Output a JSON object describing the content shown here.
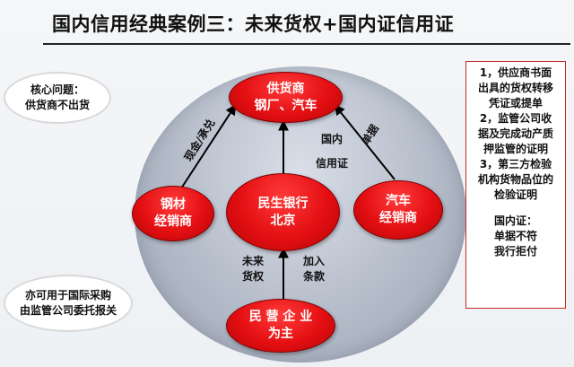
{
  "title": "国内信用经典案例三：未来货权+国内证信用证",
  "colors": {
    "node": "#e40f12",
    "ellipse": "#b5bcc9",
    "box_border": "#c62828"
  },
  "nodes": {
    "supplier": [
      "供货商",
      "钢厂、汽车"
    ],
    "steel_dealer": [
      "钢材",
      "经销商"
    ],
    "bank": [
      "民生银行",
      "北京"
    ],
    "car_dealer": [
      "汽车",
      "经销商"
    ],
    "private_enterprise": [
      "民 营 企 业",
      "为主"
    ]
  },
  "edge_labels": {
    "cash_payment": "现金/承兑",
    "domestic_lc": [
      "国内",
      "信用证"
    ],
    "draft": "单据",
    "future_rights": [
      "未来",
      "货权"
    ],
    "join_terms": [
      "加入",
      "条款"
    ]
  },
  "side_notes": {
    "core_issue": [
      "核心问题：",
      "供货商不出货"
    ],
    "international": [
      "亦可用于国际采购",
      "由监管公司委托报关"
    ]
  },
  "right_box": {
    "lines": [
      "1，供应商书面",
      "出具的货权转移",
      "凭证或提单",
      "2，监管公司收",
      "据及完成动产质",
      "押监管的证明",
      "3，第三方检验",
      "机构货物品位的",
      "检验证明",
      "",
      "国内证：",
      "单据不符",
      "我行拒付"
    ]
  }
}
